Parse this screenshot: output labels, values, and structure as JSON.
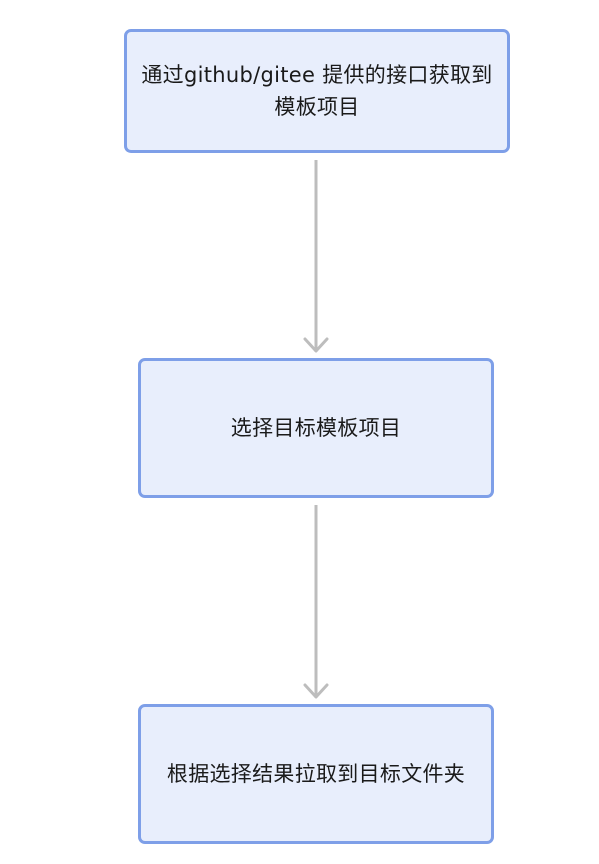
{
  "flowchart": {
    "nodes": [
      {
        "id": "fetch",
        "label": "通过github/gitee 提供的接口获取到模板项目"
      },
      {
        "id": "select",
        "label": "选择目标模板项目"
      },
      {
        "id": "pull",
        "label": "根据选择结果拉取到目标文件夹"
      }
    ],
    "edges": [
      {
        "from": "fetch",
        "to": "select"
      },
      {
        "from": "select",
        "to": "pull"
      }
    ]
  },
  "colors": {
    "node_fill": "#e8eefc",
    "node_border": "#7e9fe8",
    "edge": "#bdbdbd",
    "text": "#1a1a1a"
  }
}
